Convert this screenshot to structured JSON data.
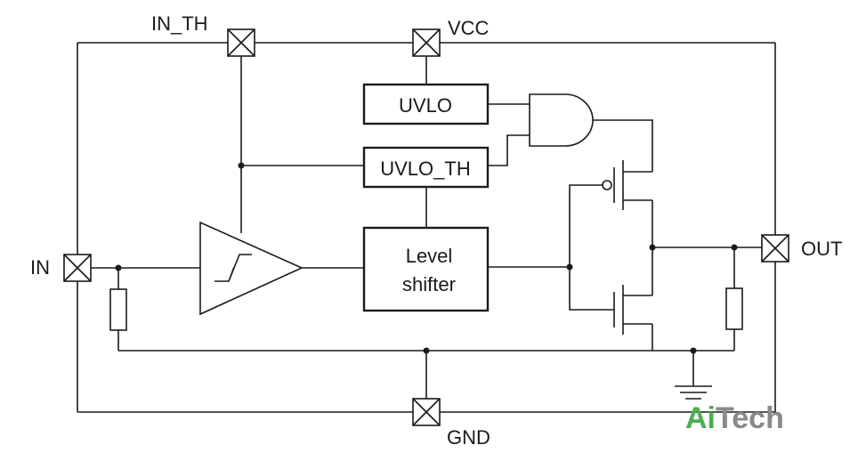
{
  "pins": {
    "in_th": "IN_TH",
    "vcc": "VCC",
    "in": "IN",
    "out": "OUT",
    "gnd": "GND"
  },
  "blocks": {
    "uvlo": "UVLO",
    "uvlo_th": "UVLO_TH",
    "level_shifter_line1": "Level",
    "level_shifter_line2": "shifter"
  },
  "watermark": {
    "part1": "Ai",
    "part2": "Tech",
    "color1": "#4caf50",
    "color2": "#8a8a8a"
  }
}
